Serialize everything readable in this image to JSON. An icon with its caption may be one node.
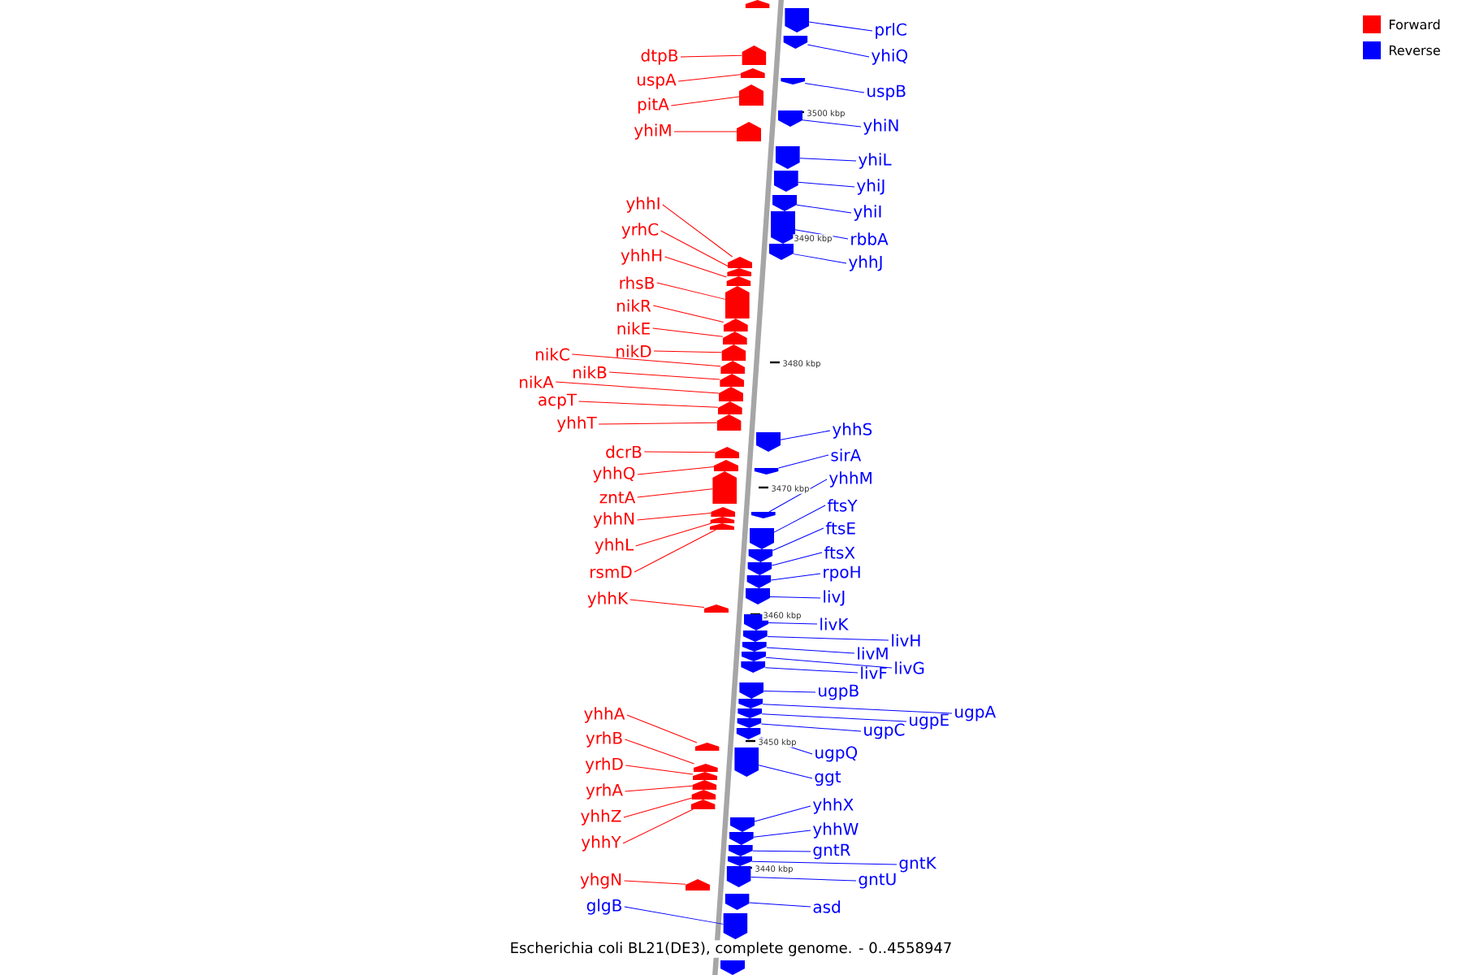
{
  "diagram": {
    "caption": "Escherichia coli BL21(DE3), complete genome. - 0..4558947",
    "nodes": [
      {
        "text": [
          "dtpB"
        ]
      },
      {
        "text": [
          "uspA"
        ]
      },
      {
        "text": [
          "pitA"
        ]
      },
      {
        "text": [
          "yhiM"
        ]
      },
      {
        "text": [
          "yhhI"
        ]
      },
      {
        "text": [
          "yrhC"
        ]
      },
      {
        "text": [
          "yhhH"
        ]
      },
      {
        "text": [
          "rhsB"
        ]
      },
      {
        "text": [
          "nikR"
        ]
      },
      {
        "text": [
          "nikE"
        ]
      },
      {
        "text": [
          "nikC"
        ]
      },
      {
        "text": [
          "nikD"
        ]
      },
      {
        "text": [
          "nikB"
        ]
      },
      {
        "text": [
          "nikA"
        ]
      },
      {
        "text": [
          "acpT"
        ]
      },
      {
        "text": [
          "yhhT"
        ]
      },
      {
        "text": [
          "dcrB"
        ]
      },
      {
        "text": [
          "yhhQ"
        ]
      },
      {
        "text": [
          "zntA"
        ]
      },
      {
        "text": [
          "yhhN"
        ]
      },
      {
        "text": [
          "yhhL"
        ]
      },
      {
        "text": [
          "rsmD"
        ]
      },
      {
        "text": [
          "yhhK"
        ]
      },
      {
        "text": [
          "yhhA"
        ]
      },
      {
        "text": [
          "yrhB"
        ]
      },
      {
        "text": [
          "yrhD"
        ]
      },
      {
        "text": [
          "yrhA"
        ]
      },
      {
        "text": [
          "yhhZ"
        ]
      },
      {
        "text": [
          "yhhY"
        ]
      },
      {
        "text": [
          "yhgN"
        ]
      },
      {
        "text": [
          "glgB"
        ]
      },
      {
        "text": [
          "prlC"
        ]
      },
      {
        "text": [
          "yhiQ"
        ]
      },
      {
        "text": [
          "uspB"
        ]
      },
      {
        "text": [
          "yhiN"
        ]
      },
      {
        "text": [
          "yhiL"
        ]
      },
      {
        "text": [
          "yhiJ"
        ]
      },
      {
        "text": [
          "yhiI"
        ]
      },
      {
        "text": [
          "rbbA"
        ]
      },
      {
        "text": [
          "yhhJ"
        ]
      },
      {
        "text": [
          "yhhS"
        ]
      },
      {
        "text": [
          "sirA"
        ]
      },
      {
        "text": [
          "yhhM"
        ]
      },
      {
        "text": [
          "ftsY"
        ]
      },
      {
        "text": [
          "ftsE"
        ]
      },
      {
        "text": [
          "ftsX"
        ]
      },
      {
        "text": [
          "rpoH"
        ]
      },
      {
        "text": [
          "livJ"
        ]
      },
      {
        "text": [
          "livK"
        ]
      },
      {
        "text": [
          "livH"
        ]
      },
      {
        "text": [
          "livM"
        ]
      },
      {
        "text": [
          "livG"
        ]
      },
      {
        "text": [
          "livF"
        ]
      },
      {
        "text": [
          "ugpB"
        ]
      },
      {
        "text": [
          "ugpA"
        ]
      },
      {
        "text": [
          "ugpE"
        ]
      },
      {
        "text": [
          "ugpC"
        ]
      },
      {
        "text": [
          "ugpQ"
        ]
      },
      {
        "text": [
          "ggt"
        ]
      },
      {
        "text": [
          "yhhX"
        ]
      },
      {
        "text": [
          "yhhW"
        ]
      },
      {
        "text": [
          "gntR"
        ]
      },
      {
        "text": [
          "gntK"
        ]
      },
      {
        "text": [
          "gntU"
        ]
      },
      {
        "text": [
          "asd"
        ]
      },
      {
        "text": [],
        "shape": "arrow"
      },
      {
        "text": [],
        "shape": "arrow"
      },
      {
        "text": [],
        "shape": "arrow"
      },
      {
        "text": [],
        "shape": "arrow"
      },
      {
        "text": [],
        "shape": "arrow"
      },
      {
        "text": [],
        "shape": "arrow"
      },
      {
        "text": [],
        "shape": "arrow"
      },
      {
        "text": [],
        "shape": "arrow"
      },
      {
        "text": [],
        "shape": "arrow"
      },
      {
        "text": [],
        "shape": "arrow"
      },
      {
        "text": [],
        "shape": "arrow"
      },
      {
        "text": [],
        "shape": "arrow"
      },
      {
        "text": [],
        "shape": "arrow"
      },
      {
        "text": [],
        "shape": "arrow"
      },
      {
        "text": [],
        "shape": "arrow"
      },
      {
        "text": [],
        "shape": "arrow"
      },
      {
        "text": [],
        "shape": "arrow"
      },
      {
        "text": [],
        "shape": "arrow"
      },
      {
        "text": [],
        "shape": "arrow"
      },
      {
        "text": [],
        "shape": "arrow"
      },
      {
        "text": [],
        "shape": "arrow"
      },
      {
        "text": [],
        "shape": "arrow"
      },
      {
        "text": [],
        "shape": "arrow"
      },
      {
        "text": [],
        "shape": "arrow"
      },
      {
        "text": [],
        "shape": "arrow"
      },
      {
        "text": [],
        "shape": "arrow"
      },
      {
        "text": [],
        "shape": "arrow"
      },
      {
        "text": [],
        "shape": "arrow"
      },
      {
        "text": [],
        "shape": "arrow"
      },
      {
        "text": [],
        "shape": "arrow"
      },
      {
        "text": [],
        "shape": "arrow"
      },
      {
        "text": [],
        "shape": "arrow"
      },
      {
        "text": [],
        "shape": "arrow"
      },
      {
        "text": [],
        "shape": "arrow"
      },
      {
        "text": [],
        "shape": "arrow"
      },
      {
        "text": [],
        "shape": "arrow"
      },
      {
        "text": [],
        "shape": "arrow"
      },
      {
        "text": [],
        "shape": "arrow"
      },
      {
        "text": [],
        "shape": "arrow"
      },
      {
        "text": [],
        "shape": "arrow"
      },
      {
        "text": [],
        "shape": "arrow"
      },
      {
        "text": [],
        "shape": "arrow"
      },
      {
        "text": [],
        "shape": "arrow"
      },
      {
        "text": [],
        "shape": "arrow"
      },
      {
        "text": [],
        "shape": "arrow"
      },
      {
        "text": [],
        "shape": "arrow"
      },
      {
        "text": [],
        "shape": "arrow"
      },
      {
        "text": [],
        "shape": "arrow"
      },
      {
        "text": [],
        "shape": "arrow"
      },
      {
        "text": [],
        "shape": "arrow"
      },
      {
        "text": [],
        "shape": "arrow"
      },
      {
        "text": [],
        "shape": "arrow"
      },
      {
        "text": [],
        "shape": "arrow"
      },
      {
        "text": [],
        "shape": "arrow"
      },
      {
        "text": [],
        "shape": "arrow"
      },
      {
        "text": [],
        "shape": "arrow"
      },
      {
        "text": [],
        "shape": "arrow"
      },
      {
        "text": [],
        "shape": "arrow"
      },
      {
        "text": [],
        "shape": "arrow"
      },
      {
        "text": [],
        "shape": "arrow"
      },
      {
        "text": [],
        "shape": "arrow"
      },
      {
        "text": [],
        "shape": "arrow"
      },
      {
        "text": [],
        "shape": "arrow"
      },
      {
        "text": [],
        "shape": "arrow"
      },
      {
        "text": [],
        "shape": "arrow"
      },
      {
        "text": [],
        "shape": "arrow"
      },
      {
        "text": [],
        "shape": "arrow"
      }
    ],
    "edges": [
      {
        "from": 0,
        "to": 66,
        "arrow": "none",
        "color": "#ff0000"
      },
      {
        "from": 1,
        "to": 67,
        "arrow": "none",
        "color": "#ff0000"
      },
      {
        "from": 2,
        "to": 68,
        "arrow": "none",
        "color": "#ff0000"
      },
      {
        "from": 3,
        "to": 69,
        "arrow": "none",
        "color": "#ff0000"
      },
      {
        "from": 4,
        "to": 70,
        "arrow": "none",
        "color": "#ff0000"
      },
      {
        "from": 5,
        "to": 71,
        "arrow": "none",
        "color": "#ff0000"
      },
      {
        "from": 6,
        "to": 72,
        "arrow": "none",
        "color": "#ff0000"
      },
      {
        "from": 7,
        "to": 73,
        "arrow": "none",
        "color": "#ff0000"
      },
      {
        "from": 8,
        "to": 74,
        "arrow": "none",
        "color": "#ff0000"
      },
      {
        "from": 9,
        "to": 75,
        "arrow": "none",
        "color": "#ff0000"
      },
      {
        "from": 10,
        "to": 77,
        "arrow": "none",
        "color": "#ff0000"
      },
      {
        "from": 11,
        "to": 76,
        "arrow": "none",
        "color": "#ff0000"
      },
      {
        "from": 12,
        "to": 78,
        "arrow": "none",
        "color": "#ff0000"
      },
      {
        "from": 13,
        "to": 79,
        "arrow": "none",
        "color": "#ff0000"
      },
      {
        "from": 14,
        "to": 80,
        "arrow": "none",
        "color": "#ff0000"
      },
      {
        "from": 15,
        "to": 81,
        "arrow": "none",
        "color": "#ff0000"
      },
      {
        "from": 16,
        "to": 82,
        "arrow": "none",
        "color": "#ff0000"
      },
      {
        "from": 17,
        "to": 83,
        "arrow": "none",
        "color": "#ff0000"
      },
      {
        "from": 18,
        "to": 84,
        "arrow": "none",
        "color": "#ff0000"
      },
      {
        "from": 19,
        "to": 85,
        "arrow": "none",
        "color": "#ff0000"
      },
      {
        "from": 20,
        "to": 86,
        "arrow": "none",
        "color": "#ff0000"
      },
      {
        "from": 21,
        "to": 87,
        "arrow": "none",
        "color": "#ff0000"
      },
      {
        "from": 22,
        "to": 88,
        "arrow": "none",
        "color": "#ff0000"
      },
      {
        "from": 23,
        "to": 89,
        "arrow": "none",
        "color": "#ff0000"
      },
      {
        "from": 24,
        "to": 90,
        "arrow": "none",
        "color": "#ff0000"
      },
      {
        "from": 25,
        "to": 91,
        "arrow": "none",
        "color": "#ff0000"
      },
      {
        "from": 26,
        "to": 92,
        "arrow": "none",
        "color": "#ff0000"
      },
      {
        "from": 27,
        "to": 93,
        "arrow": "none",
        "color": "#ff0000"
      },
      {
        "from": 28,
        "to": 94,
        "arrow": "none",
        "color": "#ff0000"
      },
      {
        "from": 29,
        "to": 95,
        "arrow": "none",
        "color": "#ff0000"
      },
      {
        "from": 30,
        "to": 130,
        "arrow": "none"
      },
      {
        "from": 31,
        "to": 96,
        "arrow": "none"
      },
      {
        "from": 32,
        "to": 97,
        "arrow": "none"
      },
      {
        "from": 33,
        "to": 98,
        "arrow": "none"
      },
      {
        "from": 34,
        "to": 99,
        "arrow": "none"
      },
      {
        "from": 35,
        "to": 100,
        "arrow": "none"
      },
      {
        "from": 36,
        "to": 101,
        "arrow": "none"
      },
      {
        "from": 37,
        "to": 102,
        "arrow": "none"
      },
      {
        "from": 38,
        "to": 103,
        "arrow": "none"
      },
      {
        "from": 39,
        "to": 104,
        "arrow": "none"
      },
      {
        "from": 40,
        "to": 105,
        "arrow": "none"
      },
      {
        "from": 41,
        "to": 106,
        "arrow": "none"
      },
      {
        "from": 42,
        "to": 107,
        "arrow": "none"
      },
      {
        "from": 43,
        "to": 108,
        "arrow": "none"
      },
      {
        "from": 44,
        "to": 109,
        "arrow": "none"
      },
      {
        "from": 45,
        "to": 110,
        "arrow": "none"
      },
      {
        "from": 46,
        "to": 111,
        "arrow": "none"
      },
      {
        "from": 47,
        "to": 112,
        "arrow": "none"
      },
      {
        "from": 48,
        "to": 113,
        "arrow": "none"
      },
      {
        "from": 49,
        "to": 114,
        "arrow": "none"
      },
      {
        "from": 50,
        "to": 115,
        "arrow": "none"
      },
      {
        "from": 51,
        "to": 116,
        "arrow": "none"
      },
      {
        "from": 52,
        "to": 117,
        "arrow": "none"
      },
      {
        "from": 53,
        "to": 118,
        "arrow": "none"
      },
      {
        "from": 54,
        "to": 119,
        "arrow": "none"
      },
      {
        "from": 55,
        "to": 120,
        "arrow": "none"
      },
      {
        "from": 56,
        "to": 121,
        "arrow": "none"
      },
      {
        "from": 57,
        "to": 122,
        "arrow": "none"
      },
      {
        "from": 58,
        "to": 123,
        "arrow": "none"
      },
      {
        "from": 59,
        "to": 124,
        "arrow": "none"
      },
      {
        "from": 60,
        "to": 125,
        "arrow": "none"
      },
      {
        "from": 61,
        "to": 126,
        "arrow": "none"
      },
      {
        "from": 62,
        "to": 127,
        "arrow": "none"
      },
      {
        "from": 63,
        "to": 128,
        "arrow": "none"
      },
      {
        "from": 64,
        "to": 129,
        "arrow": "none"
      }
    ],
    "labels": [
      "3500 kbp",
      "3490 kbp",
      "3480 kbp",
      "3470 kbp",
      "3460 kbp",
      "3450 kbp",
      "3440 kbp"
    ],
    "legend": [
      {
        "text": "Forward",
        "color": "#ff0000"
      },
      {
        "text": "Reverse",
        "color": "#0000ff"
      }
    ]
  }
}
